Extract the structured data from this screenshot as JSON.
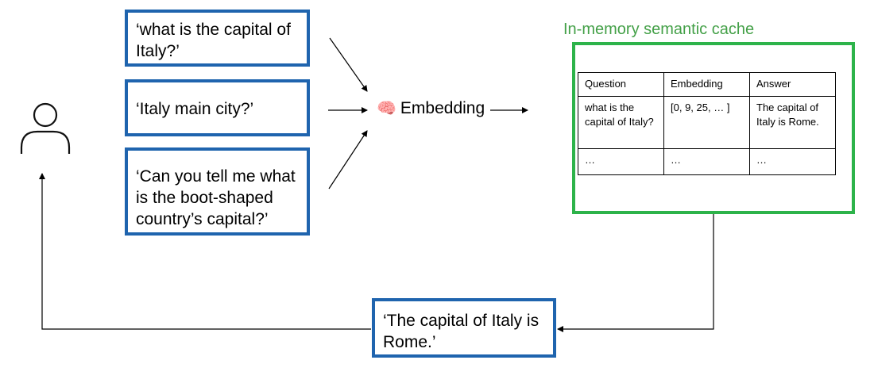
{
  "questions": [
    "‘what is the capital of Italy?’",
    "‘Italy main city?’",
    "‘Can you tell me what is the boot-shaped country’s capital?’"
  ],
  "embedding": {
    "icon": "brain-icon",
    "label": "Embedding"
  },
  "cache": {
    "title": "In-memory semantic cache",
    "headers": [
      "Question",
      "Embedding",
      "Answer"
    ],
    "rows": [
      [
        "what is the capital of Italy?",
        "[0, 9, 25, … ]",
        "The capital of Italy is Rome."
      ],
      [
        "…",
        "…",
        "…"
      ]
    ]
  },
  "answer": "‘The capital of Italy is Rome.’",
  "colors": {
    "question_border": "#1f64ae",
    "cache_border": "#2db34a",
    "cache_title": "#43a047"
  }
}
